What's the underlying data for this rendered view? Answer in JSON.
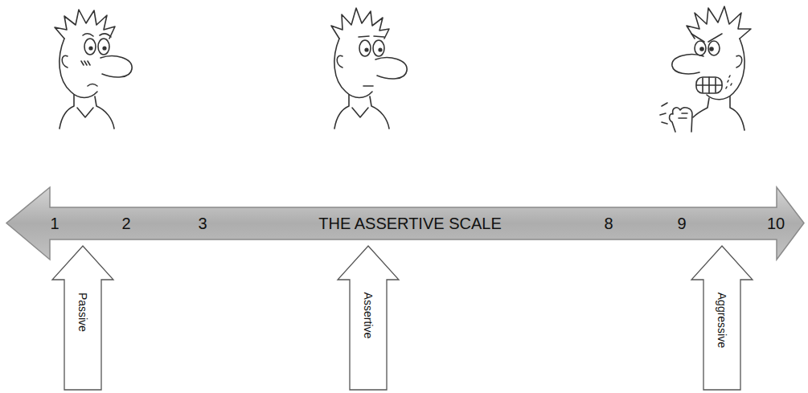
{
  "diagram": {
    "nodes": [
      {
        "text": [
          "1",
          "2",
          "3",
          "THE ASSERTIVE SCALE",
          "8",
          "9",
          "10"
        ]
      },
      {
        "text": [
          "Passive"
        ]
      },
      {
        "text": [
          "Assertive"
        ]
      },
      {
        "text": [
          "Aggressive"
        ]
      }
    ]
  }
}
